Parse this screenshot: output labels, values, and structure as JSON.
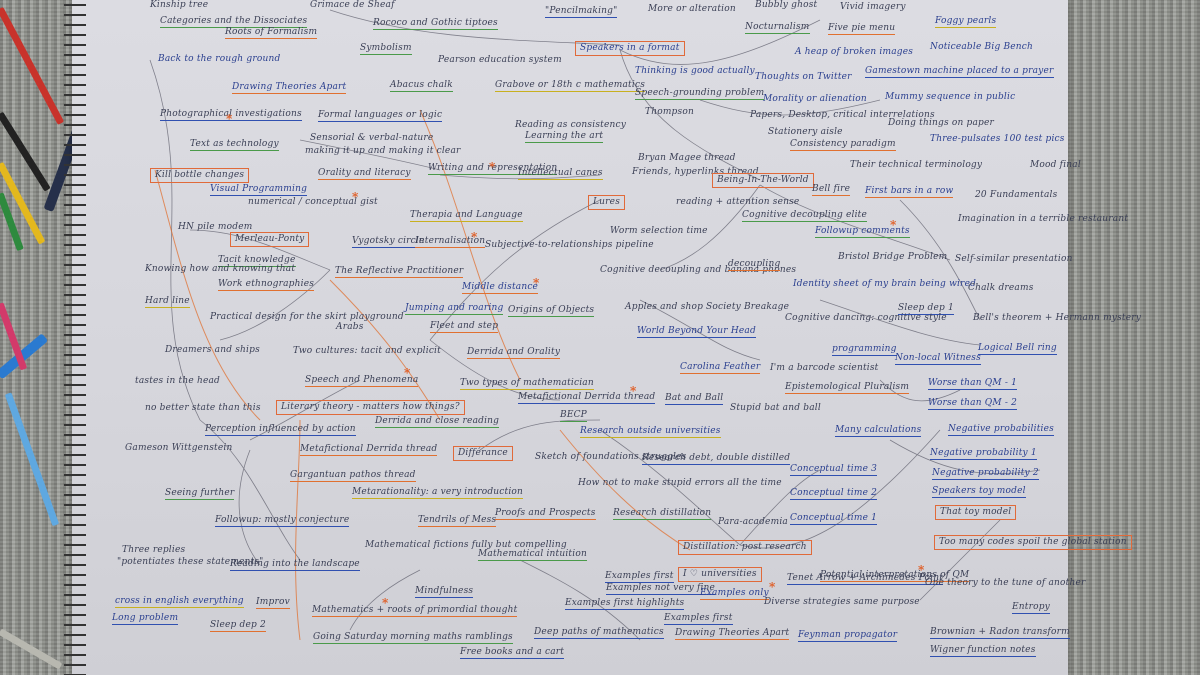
{
  "notes": {
    "t01": "Kinship tree",
    "t02": "Categories and the Dissociates",
    "t03": "Roots of Formalism",
    "t04": "Grimace de Sheaf",
    "t05": "Rococo and Gothic tiptoes",
    "t06": "Symbolism",
    "t07": "\"Pencilmaking\"",
    "t08": "Speakers in a format",
    "t09": "More or alteration",
    "t10": "Bubbly ghost",
    "t11": "Vivid imagery",
    "t12": "Foggy pearls",
    "t13": "Nocturnalism",
    "t14": "Five pie menu",
    "t15": "Noticeable Big Bench",
    "t16": "Back to the rough ground",
    "t17": "Drawing Theories Apart",
    "t18": "Pearson education system",
    "t19": "Abacus chalk",
    "t20": "Grabove or 18th c mathematics",
    "t21": "Thinking is good actually",
    "t22": "A heap of broken images",
    "t23": "Speech-grounding problem",
    "t24": "Thoughts on Twitter",
    "t25": "Gamestown machine placed to a prayer",
    "t26": "Photographical investigations",
    "t27": "Formal languages or logic",
    "t28": "Thompson",
    "t29": "Morality or alienation",
    "t30": "Mummy sequence in public",
    "t31": "Text as technology",
    "t32": "Sensorial & verbal-nature",
    "t33": "making it up and making it clear",
    "t34": "Reading as consistency",
    "t35": "Learning the art",
    "t36": "Papers, Desktop, critical interrelations",
    "t37": "Stationery aisle",
    "t38": "Doing things on paper",
    "t39": "Consistency paradigm",
    "t40": "Three-pulsates 100 test pics",
    "t41": "Kill bottle changes",
    "t42": "Orality and literacy",
    "t43": "Writing and representation",
    "t44": "Intellectual canes",
    "t45": "Bryan Magee thread",
    "t46": "Friends, hyperlinks thread",
    "t47": "Being-In-The-World",
    "t48": "Their technical terminology",
    "t49": "Mood final",
    "t50": "Visual Programming",
    "t51": "numerical / conceptual gist",
    "t52": "Lures",
    "t53": "reading + attention sense",
    "t54": "Bell fire",
    "t55": "First bars in a row",
    "t56": "20 Fundamentals",
    "t57": "Therapia and Language",
    "t58": "Cognitive decoupling elite",
    "t59": "Imagination in a terrible restaurant",
    "t60": "HN pile modem",
    "t61": "Merleau-Ponty",
    "t62": "Vygotsky circle",
    "t63": "Internalisation",
    "t64": "Subjective-to-relationships pipeline",
    "t65": "Worm selection time",
    "t66": "Followup comments",
    "t67": "Tacit knowledge",
    "t68": "Cognitive decoupling and banana phones",
    "t69": "decoupling",
    "t70": "Bristol Bridge Problem",
    "t71": "Self-similar presentation",
    "t72": "Knowing how and knowing that",
    "t73": "Work ethnographies",
    "t74": "The Reflective Practitioner",
    "t75": "Middle distance",
    "t76": "Apples and shop",
    "t77": "Identity sheet of my brain being wired",
    "t78": "Chalk dreams",
    "t79": "Hard line",
    "t80": "Jumping and roaring",
    "t81": "Origins of Objects",
    "t82": "Society Breakage",
    "t83": "Sleep dep 1",
    "t84": "Bell's theorem + Hermann mystery",
    "t85": "Practical design for the skirt playground",
    "t86": "Arabs",
    "t87": "Fleet and step",
    "t88": "World Beyond Your Head",
    "t89": "Cognitive dancing: cognitive style",
    "t90": "Dreamers and ships",
    "t91": "Two cultures: tacit and explicit",
    "t92": "Derrida and Orality",
    "t93": "programming",
    "t94": "Logical Bell ring",
    "t95": "Carolina Feather",
    "t96": "Non-local Witness",
    "t97": "I'm a barcode scientist",
    "t98": "tastes in the head",
    "t99": "Speech and Phenomena",
    "t100": "Two types of mathematician",
    "t101": "Epistemological Pluralism",
    "t102": "Worse than QM - 1",
    "t103": "no better state than this",
    "t104": "Literary theory - matters how things?",
    "t105": "Metafictional Derrida thread",
    "t106": "Bat and Ball",
    "t107": "Worse than QM - 2",
    "t108": "Derrida and close reading",
    "t109": "BECP",
    "t110": "Stupid bat and ball",
    "t111": "Perception influenced by action",
    "t112": "Research outside universities",
    "t113": "Many calculations",
    "t114": "Negative probabilities",
    "t115": "Gameson Wittgenstein",
    "t116": "Metafictional Derrida thread",
    "t117": "Différance",
    "t118": "Sketch of foundations struggles",
    "t119": "Research debt, double distilled",
    "t120": "Negative probability 1",
    "t121": "Conceptual time 3",
    "t122": "Negative probability 2",
    "t123": "Gargantuan pathos thread",
    "t124": "How not to make stupid errors all the time",
    "t125": "Speakers toy model",
    "t126": "Seeing further",
    "t127": "Metarationality: a very introduction",
    "t128": "Conceptual time 2",
    "t129": "Followup: mostly conjecture",
    "t130": "Tendrils of Mess",
    "t131": "Proofs and Prospects",
    "t132": "Research distillation",
    "t133": "Para-academia",
    "t134": "Conceptual time 1",
    "t135": "That toy model",
    "t136": "Mathematical fictions fully but compelling",
    "t137": "Distillation: post research",
    "t138": "Too many codes spoil the global station",
    "t139": "Three replies",
    "t140": "\"potentiates these statements\"",
    "t141": "Reading into the landscape",
    "t142": "Mathematical intuition",
    "t143": "Examples first",
    "t144": "Examples not very fine",
    "t145": "I ♡ universities",
    "t146": "Potential interpretations of QM",
    "t147": "Tenet Arrow + Archimedes Point",
    "t148": "One theory to the tune of another",
    "t149": "cross in english everything",
    "t150": "Improv",
    "t151": "Mindfulness",
    "t152": "Examples first highlights",
    "t153": "Examples only",
    "t154": "Diverse strategies same purpose",
    "t155": "Entropy",
    "t156": "Long problem",
    "t157": "Sleep dep 2",
    "t158": "Mathematics + roots of primordial thought",
    "t159": "Examples first",
    "t160": "Deep paths of mathematics",
    "t161": "Drawing Theories Apart",
    "t162": "Feynman propagator",
    "t163": "Brownian + Radon transform",
    "t164": "Going Saturday morning maths ramblings",
    "t165": "Wigner function notes",
    "t166": "Free books and a cart"
  },
  "colors": {
    "ink_blue": "#2a3f8f",
    "ink_dark": "#3a3f55",
    "orange_box": "#e06a3a",
    "underline_green": "#4a9a4a",
    "underline_blue": "#3050b0",
    "underline_orange": "#e07030",
    "underline_yellow": "#c8b020"
  }
}
